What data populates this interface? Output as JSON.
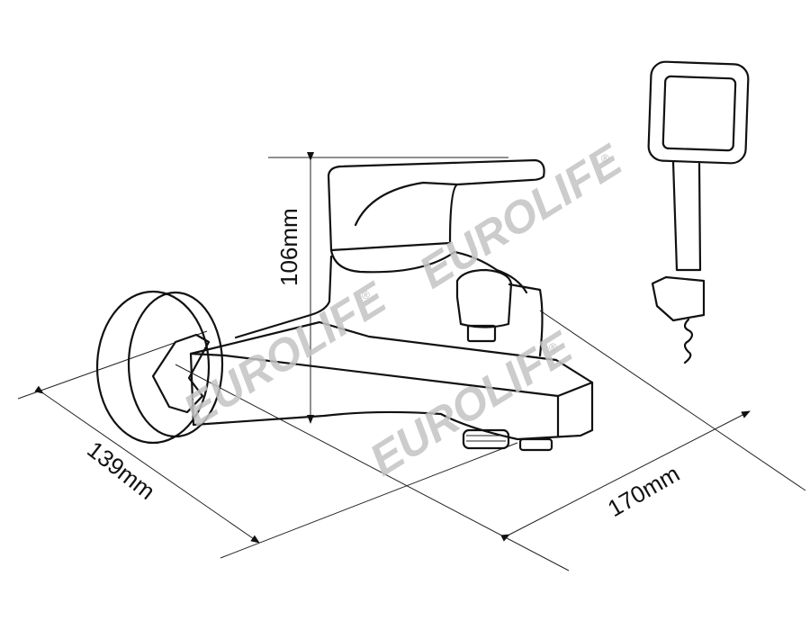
{
  "dimensions": {
    "height": "106mm",
    "depth": "139mm",
    "length": "170mm"
  },
  "watermark": {
    "brand": "EUROLIFE",
    "registered": "®"
  }
}
